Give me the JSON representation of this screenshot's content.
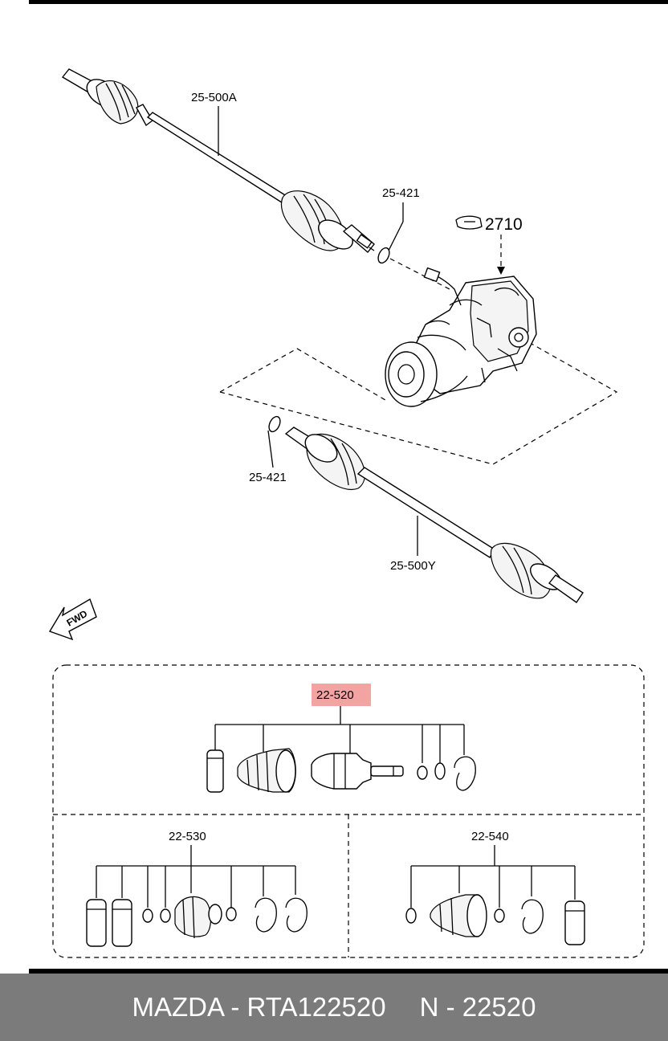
{
  "labels": {
    "shaft_left": "25-500A",
    "shaft_right": "25-500Y",
    "clip_upper": "25-421",
    "clip_lower": "25-421",
    "reference": "2710",
    "fwd": "FWD",
    "kit_main": "22-520",
    "kit_left": "22-530",
    "kit_right": "22-540"
  },
  "highlight_color": "#f4a3a3",
  "footer": {
    "brand_part": "MAZDA - RTA122520",
    "number": "N - 22520"
  }
}
